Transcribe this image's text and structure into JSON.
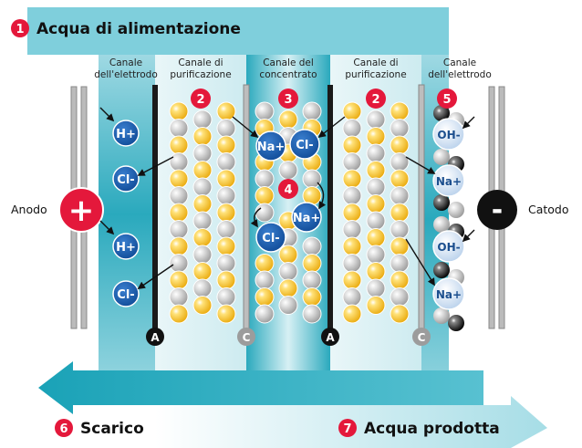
{
  "colors": {
    "teal_dark": "#2aa9bd",
    "teal_light": "#e3f3f6",
    "badge_red": "#e4183b",
    "ion_dark_blue": "#0f4f9c",
    "ion_light_blue": "#cfe0f4",
    "resin_yellow": "#f6c324",
    "resin_gray": "#d2d2d2",
    "membrane_black": "#1a1a1a",
    "membrane_gray": "#bdbdbd"
  },
  "labels": {
    "feed_water": "Acqua di alimentazione",
    "drain": "Scarico",
    "product_water": "Acqua prodotta",
    "anode": "Anodo",
    "cathode": "Catodo",
    "electrode_channel_left_1": "Canale",
    "electrode_channel_left_2": "dell'elettrodo",
    "purification_left_1": "Canale di",
    "purification_left_2": "purificazione",
    "concentrate_1": "Canale del",
    "concentrate_2": "concentrato",
    "purification_right_1": "Canale di",
    "purification_right_2": "purificazione",
    "electrode_channel_right_1": "Canale",
    "electrode_channel_right_2": "dell'elettrodo"
  },
  "badges": {
    "n1": "1",
    "n2": "2",
    "n3": "3",
    "n4": "4",
    "n5": "5",
    "n6": "6",
    "n7": "7"
  },
  "symbols": {
    "plus": "+",
    "minus": "-",
    "membrane_anion": "A",
    "membrane_cation": "C"
  },
  "ions": {
    "h_plus": "H+",
    "cl_minus": "Cl-",
    "na_plus": "Na+",
    "oh_minus": "OH-"
  }
}
